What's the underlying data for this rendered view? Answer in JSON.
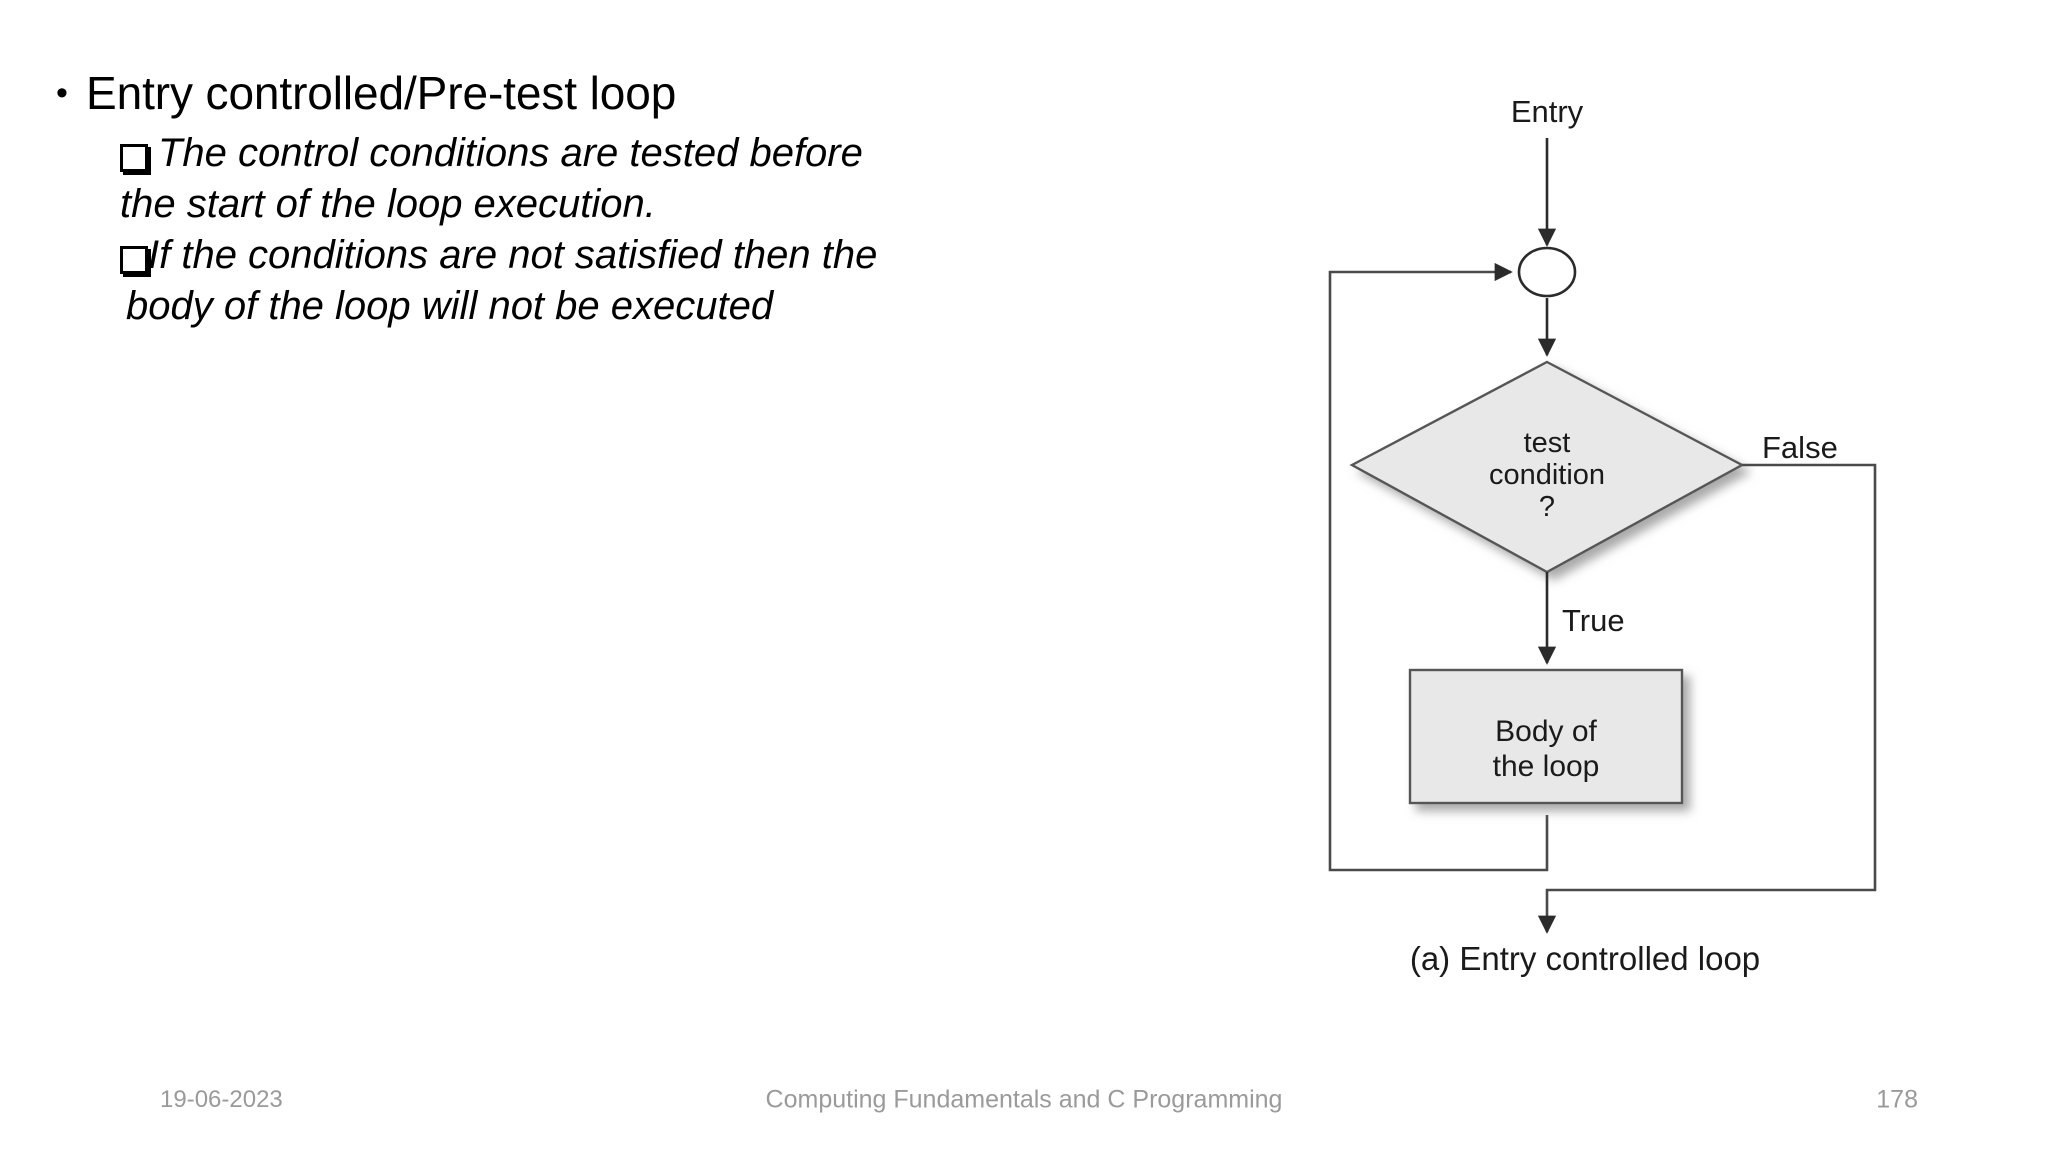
{
  "slide": {
    "heading": {
      "bullet_glyph": "•",
      "text": "Entry controlled/Pre-test loop"
    },
    "sub_points": [
      {
        "marker": "checkbox-square",
        "lines": [
          " The control conditions are tested before",
          "the start of the loop execution."
        ]
      },
      {
        "marker": "checkbox-square",
        "lines": [
          "If the conditions are not satisfied then the",
          " body of the loop will not be executed"
        ]
      }
    ]
  },
  "figure": {
    "caption": "(a) Entry controlled loop",
    "entry_label": "Entry",
    "decision_label_line1": "test",
    "decision_label_line2": "condition",
    "decision_label_line3": "?",
    "true_label": "True",
    "false_label": "False",
    "body_label_line1": "Body of",
    "body_label_line2": "the loop",
    "colors": {
      "shape_fill": "#e8e8e8",
      "shape_stroke": "#565656",
      "connector": "#4a4a4a",
      "text": "#1a1a1a"
    }
  },
  "footer": {
    "date": "19-06-2023",
    "title": "Computing Fundamentals and C Programming",
    "page_number": "178",
    "color": "#9a9a9a"
  }
}
